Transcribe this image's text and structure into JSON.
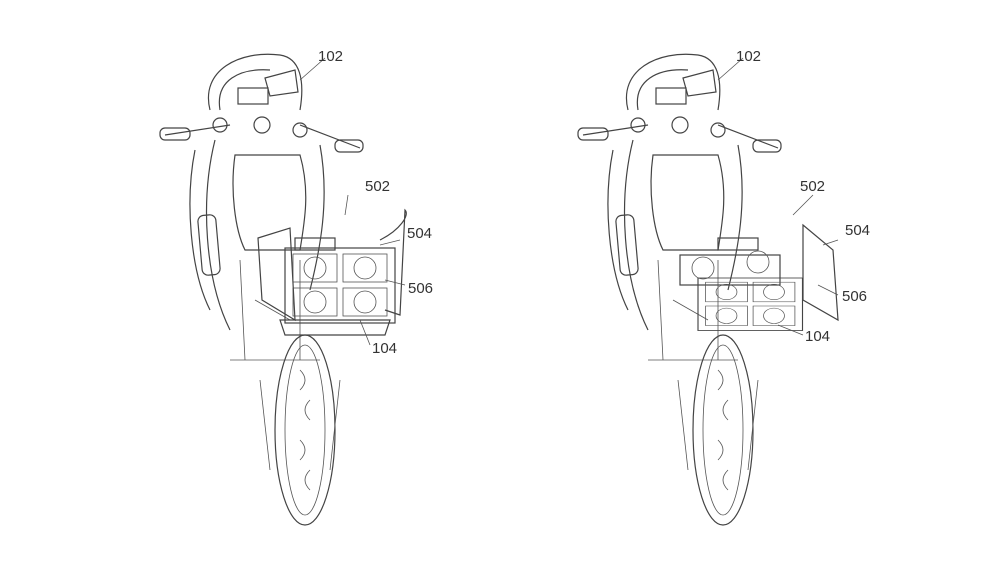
{
  "figures": [
    {
      "name": "left",
      "labels": {
        "body": "102",
        "system": "502",
        "panel": "504",
        "fan": "506",
        "tray": "104"
      }
    },
    {
      "name": "right",
      "labels": {
        "body": "102",
        "system": "502",
        "panel": "504",
        "fan": "506",
        "tray": "104"
      }
    }
  ],
  "colors": {
    "line": "#444444",
    "background": "#ffffff"
  }
}
